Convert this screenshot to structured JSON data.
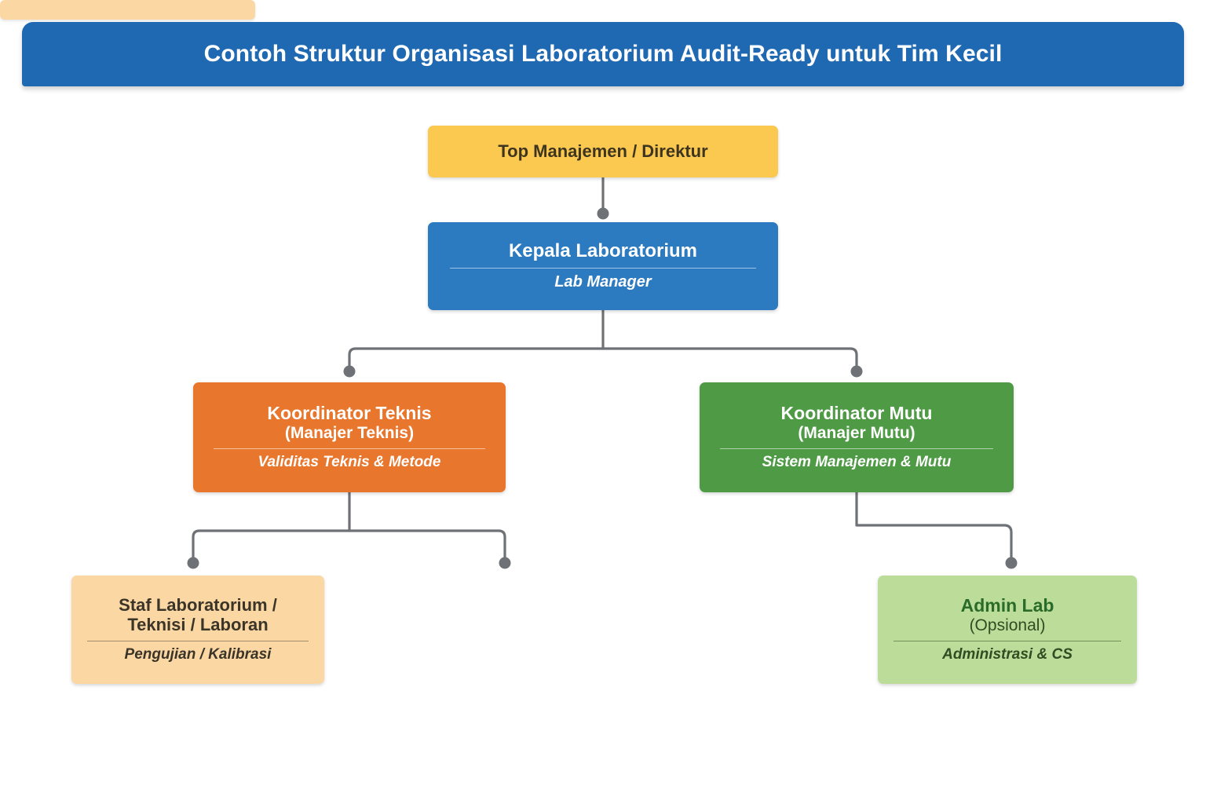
{
  "header": {
    "title": "Contoh Struktur Organisasi Laboratorium Audit-Ready untuk Tim Kecil",
    "background_color": "#1F69B3",
    "text_color": "#FFFFFF"
  },
  "chart_data": {
    "type": "diagram",
    "diagram_kind": "organizational-chart",
    "title": "Contoh Struktur Organisasi Laboratorium Audit-Ready untuk Tim Kecil",
    "connector_color": "#6E7276",
    "nodes": [
      {
        "id": "top-management",
        "level": 0,
        "title": "Top Manajemen / Direktur",
        "subtitle": "",
        "role": "",
        "color": "#FBC850",
        "text_color": "#3E3520",
        "has_divider": false
      },
      {
        "id": "lab-head",
        "level": 1,
        "title": "Kepala Laboratorium",
        "subtitle": "",
        "role": "Lab Manager",
        "color": "#2C7BC0",
        "text_color": "#FFFFFF",
        "has_divider": true
      },
      {
        "id": "tech-coordinator",
        "level": 2,
        "title": "Koordinator Teknis",
        "subtitle": "(Manajer Teknis)",
        "role": "Validitas Teknis & Metode",
        "color": "#E8762C",
        "text_color": "#FFFFFF",
        "has_divider": true
      },
      {
        "id": "quality-coordinator",
        "level": 2,
        "title": "Koordinator Mutu",
        "subtitle": "(Manajer Mutu)",
        "role": "Sistem Manajemen & Mutu",
        "color": "#4E9A45",
        "text_color": "#FFFFFF",
        "has_divider": true
      },
      {
        "id": "lab-staff",
        "level": 3,
        "title": "Staf Laboratorium / Teknisi / Laboran",
        "title_line_1": "Staf Laboratorium /",
        "title_line_2": "Teknisi / Laboran",
        "subtitle": "",
        "role": "Pengujian / Kalibrasi",
        "color": "#FBD7A4",
        "text_color": "#3B3428",
        "has_divider": true
      },
      {
        "id": "placeholder",
        "level": 3,
        "title": "",
        "subtitle": "",
        "role": "",
        "color": "#FBD7A4",
        "text_color": "",
        "has_divider": false,
        "collapsed": true
      },
      {
        "id": "admin-lab",
        "level": 3,
        "title": "Admin Lab",
        "subtitle": "(Opsional)",
        "role": "Administrasi & CS",
        "color": "#BCDD9A",
        "text_color": "#2A6B2A",
        "has_divider": true
      }
    ],
    "edges": [
      {
        "from": "top-management",
        "to": "lab-head"
      },
      {
        "from": "lab-head",
        "to": "tech-coordinator"
      },
      {
        "from": "lab-head",
        "to": "quality-coordinator"
      },
      {
        "from": "tech-coordinator",
        "to": "lab-staff"
      },
      {
        "from": "tech-coordinator",
        "to": "placeholder"
      },
      {
        "from": "quality-coordinator",
        "to": "admin-lab"
      }
    ]
  },
  "nodes": {
    "top_management": {
      "title": "Top Manajemen / Direktur"
    },
    "lab_head": {
      "title": "Kepala Laboratorium",
      "role": "Lab Manager"
    },
    "tech_coordinator": {
      "title": "Koordinator Teknis",
      "subtitle": "(Manajer Teknis)",
      "role": "Validitas Teknis & Metode"
    },
    "quality_coordinator": {
      "title": "Koordinator Mutu",
      "subtitle": "(Manajer Mutu)",
      "role": "Sistem Manajemen & Mutu"
    },
    "lab_staff": {
      "title_line_1": "Staf Laboratorium /",
      "title_line_2": "Teknisi / Laboran",
      "role": "Pengujian / Kalibrasi"
    },
    "admin_lab": {
      "title": "Admin Lab",
      "subtitle": "(Opsional)",
      "role": "Administrasi & CS"
    }
  }
}
